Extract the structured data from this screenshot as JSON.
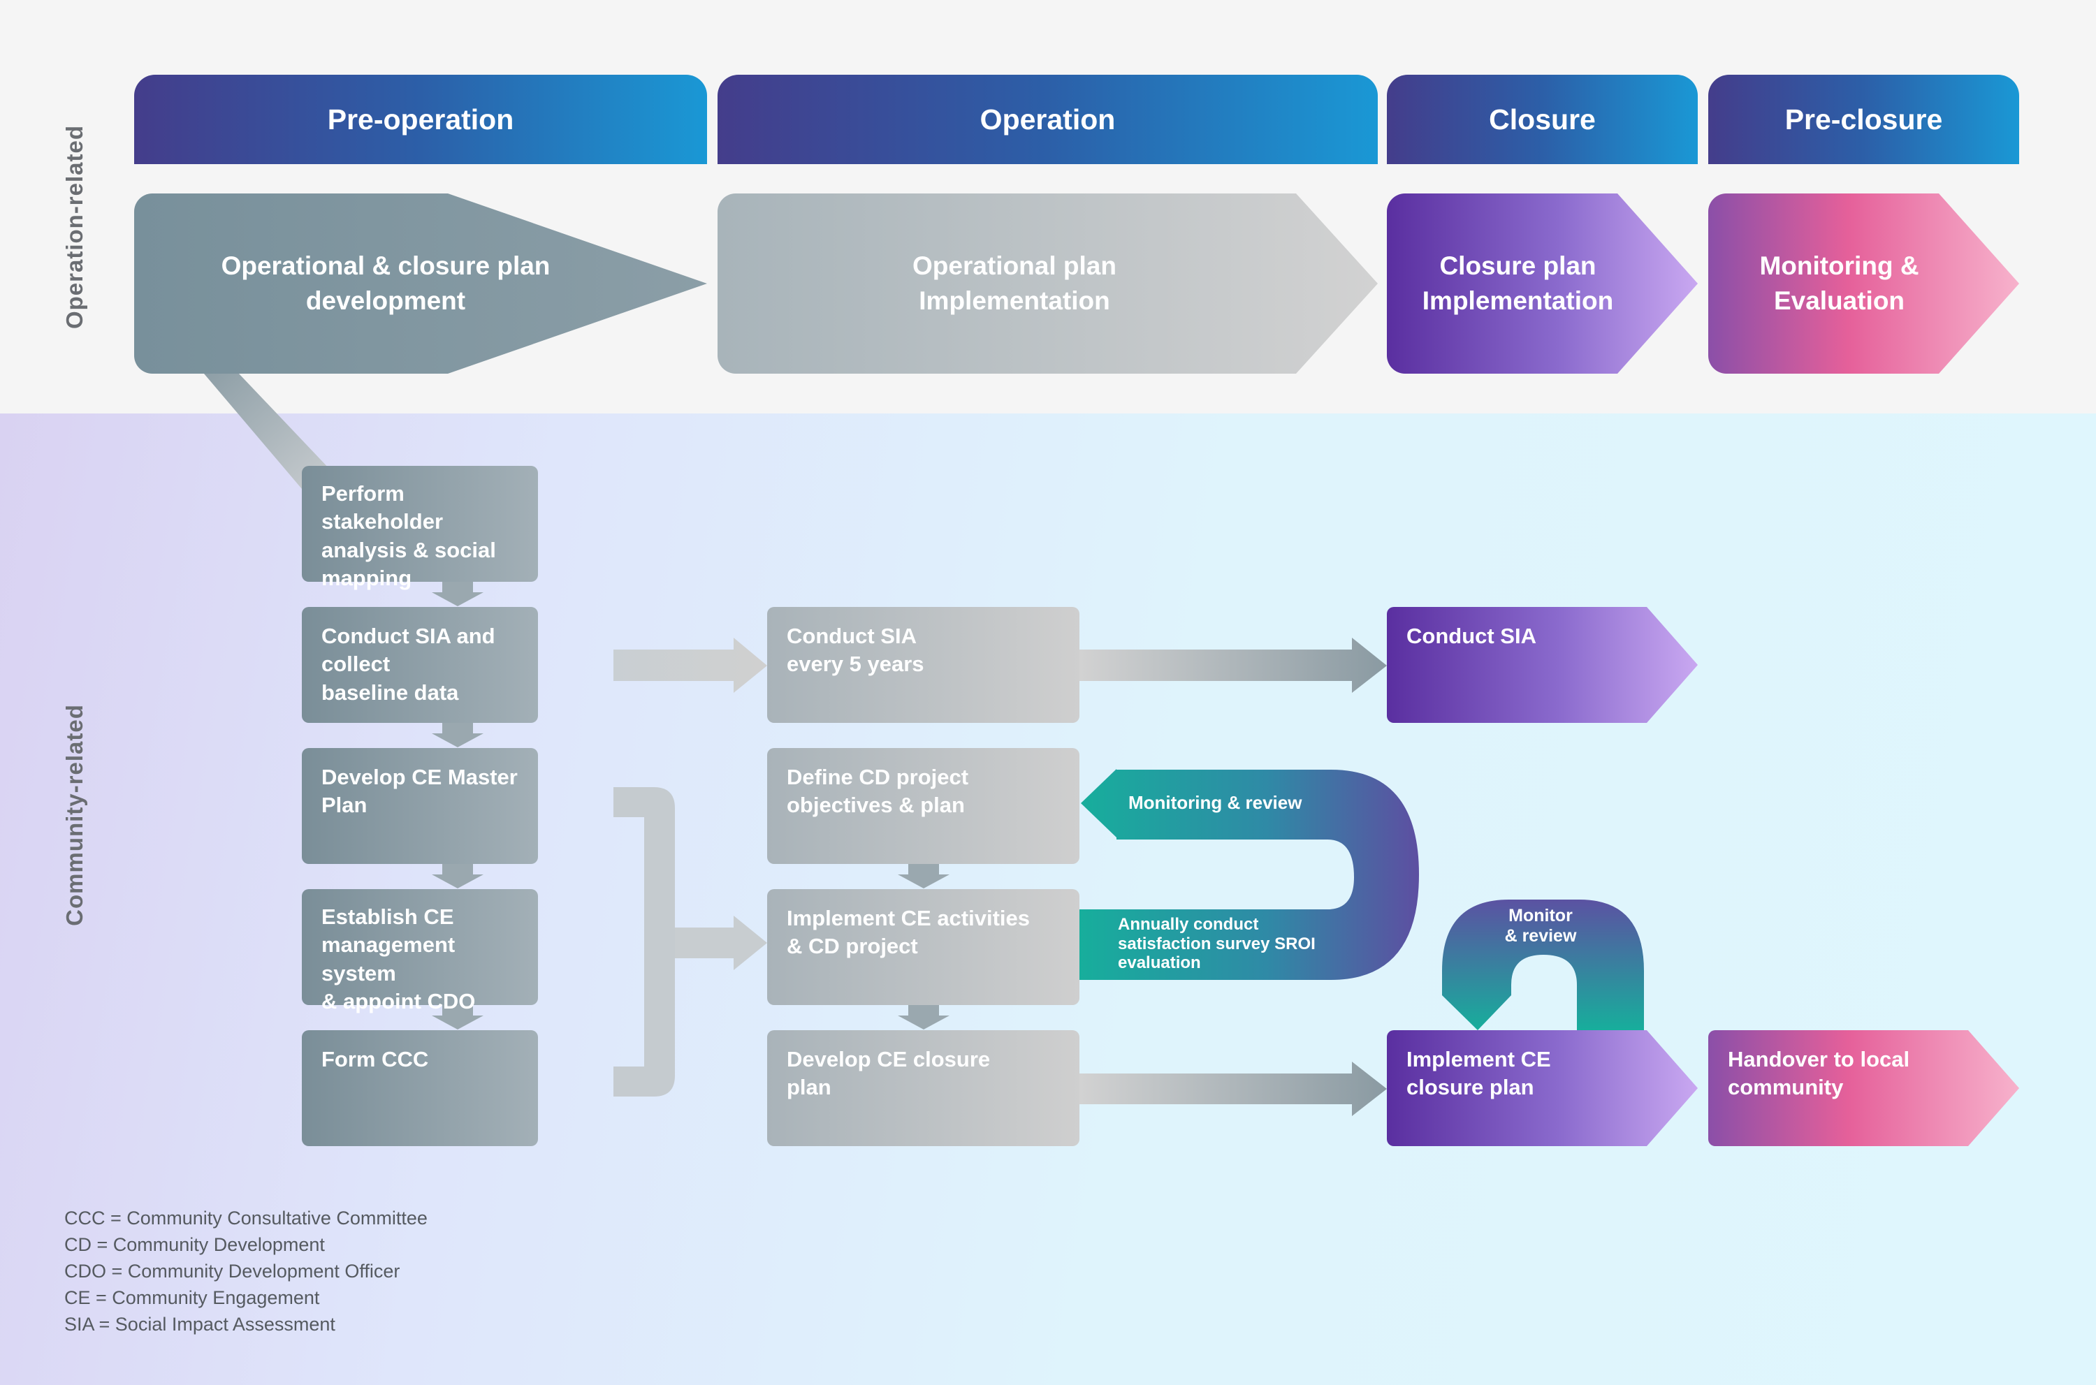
{
  "side_labels": {
    "operation": "Operation-related",
    "community": "Community-related"
  },
  "phases": [
    "Pre-operation",
    "Operation",
    "Closure",
    "Pre-closure"
  ],
  "operation_row": [
    {
      "line1": "Operational & closure plan",
      "line2": "development"
    },
    {
      "line1": "Operational plan",
      "line2": "Implementation"
    },
    {
      "line1": "Closure plan",
      "line2": "Implementation"
    },
    {
      "line1": "Monitoring &",
      "line2": "Evaluation"
    }
  ],
  "col1_steps": [
    {
      "lines": [
        "Perform stakeholder",
        "analysis & social",
        "mapping"
      ]
    },
    {
      "lines": [
        "Conduct SIA and collect",
        "baseline data"
      ]
    },
    {
      "lines": [
        "Develop CE Master",
        "Plan"
      ]
    },
    {
      "lines": [
        "Establish CE",
        "management system",
        "& appoint CDO"
      ]
    },
    {
      "lines": [
        "Form CCC"
      ]
    }
  ],
  "col2_steps": [
    {
      "lines": [
        "Conduct SIA",
        "every 5 years"
      ]
    },
    {
      "lines": [
        "Define CD project",
        "objectives & plan"
      ]
    },
    {
      "lines": [
        "Implement CE activities",
        "& CD project"
      ]
    },
    {
      "lines": [
        "Develop CE closure",
        "plan"
      ]
    }
  ],
  "closure_steps": {
    "sia": "Conduct SIA",
    "implement": [
      "Implement CE",
      "closure plan"
    ]
  },
  "handover": [
    "Handover to local",
    "community"
  ],
  "loops": {
    "monitoring_review": "Monitoring & review",
    "annual": [
      "Annually conduct",
      "satisfaction survey SROI",
      "evaluation"
    ],
    "monitor_review_small": [
      "Monitor",
      "& review"
    ]
  },
  "legend": [
    "CCC = Community Consultative Committee",
    "CD = Community Development",
    "CDO = Community Development Officer",
    "CE = Community Engagement",
    "SIA = Social Impact Assessment"
  ],
  "colors": {
    "header_start": "#443d8b",
    "header_end": "#1a98d5",
    "grey_dark": "#7a8e98",
    "grey_light": "#cfcfcf",
    "purple": "#5a2fa0",
    "lavender": "#c9a8f1",
    "pink": "#e5609a",
    "teal": "#1aab9b"
  }
}
